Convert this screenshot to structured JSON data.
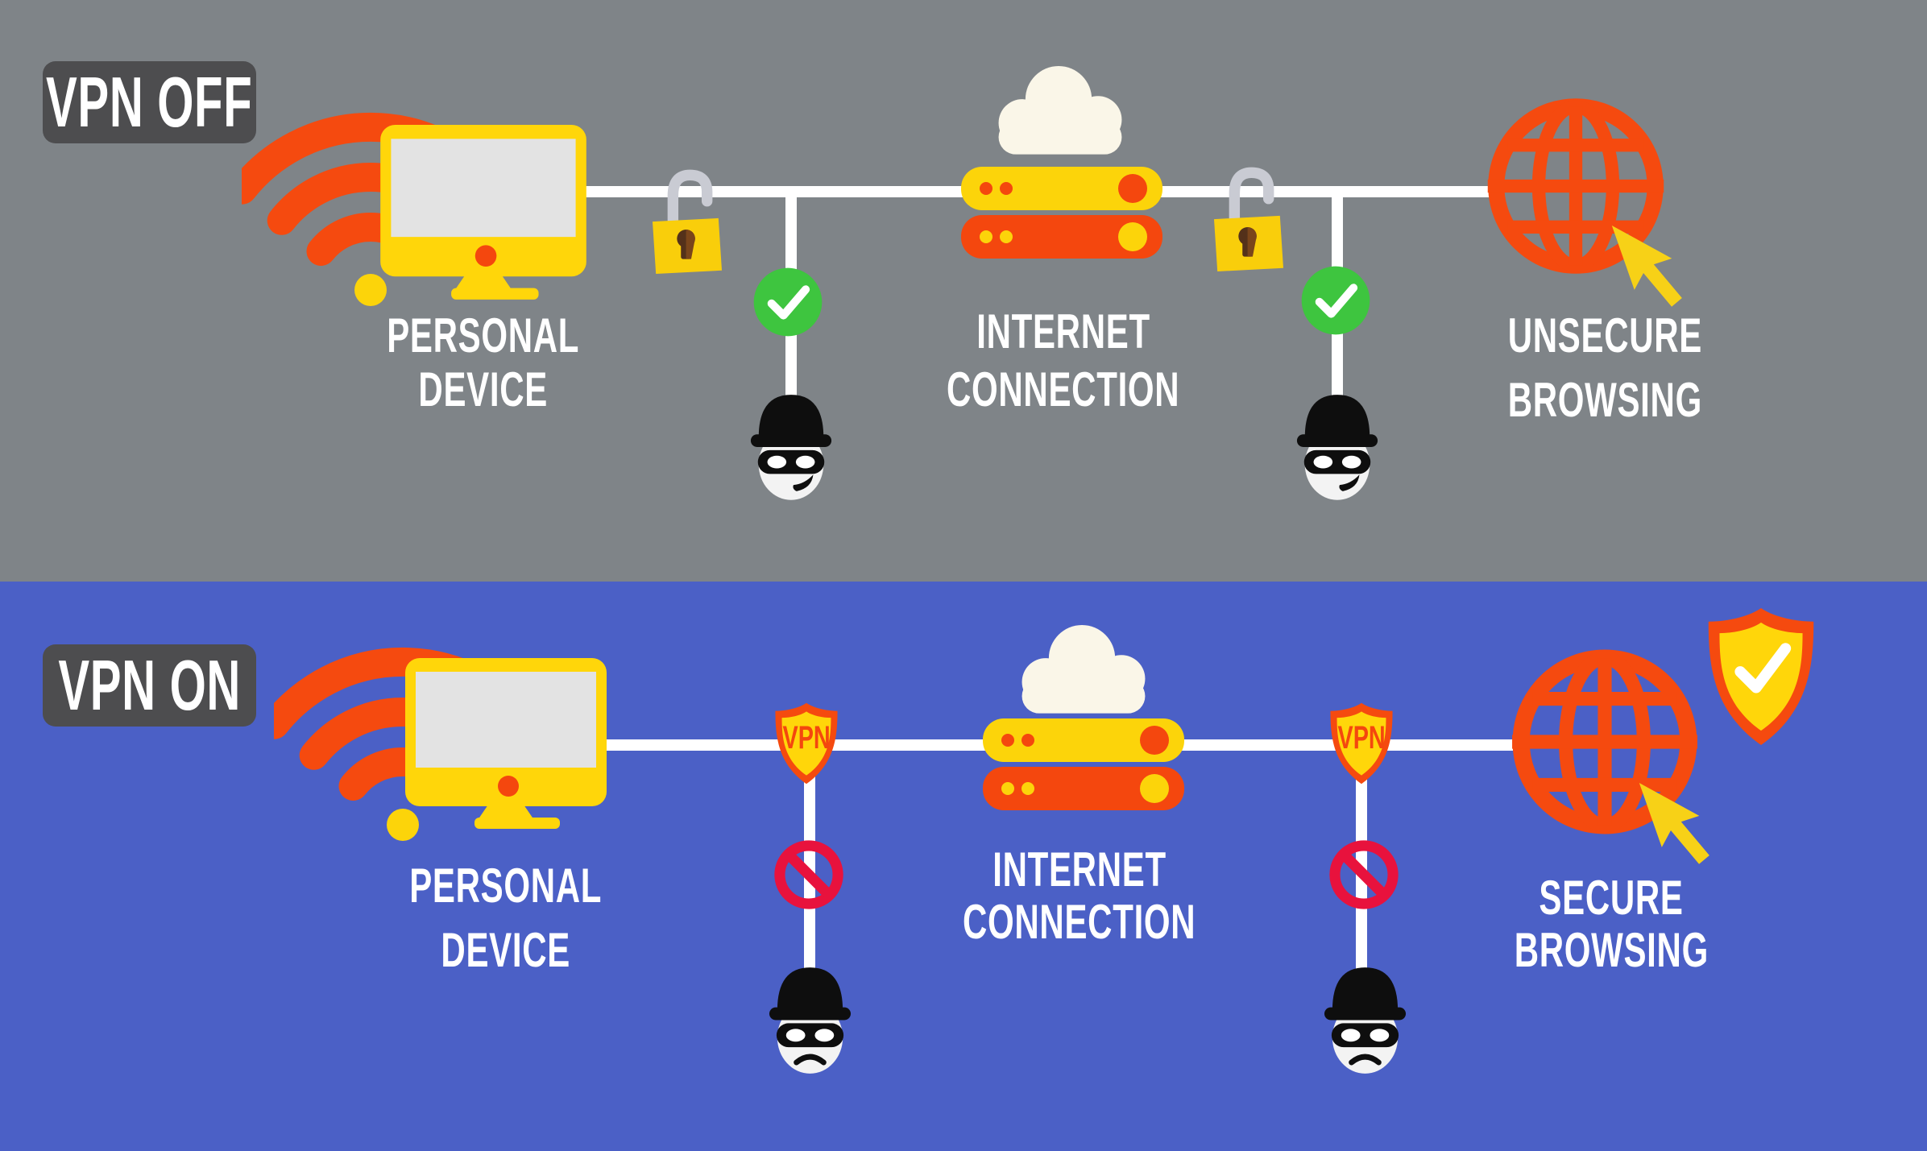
{
  "sections": {
    "vpn_off": {
      "badge": "VPN OFF",
      "background": "#7F8488",
      "device_label_line1": "PERSONAL",
      "device_label_line2": "DEVICE",
      "internet_label_line1": "INTERNET",
      "internet_label_line2": "CONNECTION",
      "browsing_label_line1": "UNSECURE",
      "browsing_label_line2": "BROWSING"
    },
    "vpn_on": {
      "badge": "VPN ON",
      "background": "#4B60C6",
      "device_label_line1": "PERSONAL",
      "device_label_line2": "DEVICE",
      "internet_label_line1": "INTERNET",
      "internet_label_line2": "CONNECTION",
      "browsing_label_line1": "SECURE",
      "browsing_label_line2": "BROWSING",
      "shield_label": "VPN"
    }
  },
  "icons": {
    "wifi": "wifi-signal",
    "monitor": "desktop-monitor",
    "open_padlock": "unlocked-padlock",
    "check_circle": "green-check-circle",
    "burglar_happy": "smiling-burglar-face",
    "burglar_sad": "sad-burglar-face",
    "cloud": "cloud",
    "servers": "server-stack",
    "globe": "globe-grid",
    "cursor": "mouse-cursor-arrow",
    "vpn_shield": "vpn-shield",
    "check_shield": "shield-with-checkmark",
    "prohibition": "no-entry-sign"
  },
  "colors": {
    "bg-top": "#7F8488",
    "bg-bottom": "#4B60C6",
    "badge-bg": "#4D4D4F",
    "white": "#FFFFFF",
    "yellow": "#FCD40A",
    "monitor-yellow": "#FFD60A",
    "orange-red": "#F54A0F",
    "server-red": "#F4470E",
    "cream": "#FAF6E8",
    "screen-gray": "#E3E3E3",
    "green": "#3EC53F",
    "shackle-gray": "#C9CBD3",
    "keyhole-brown": "#54311A",
    "prohibit-red": "#E8123D",
    "burglar-black": "#0E0E0E",
    "face-white": "#F3F3F3",
    "cursor-yellow": "#F7D117",
    "lock-yellow": "#F9CE0B"
  }
}
